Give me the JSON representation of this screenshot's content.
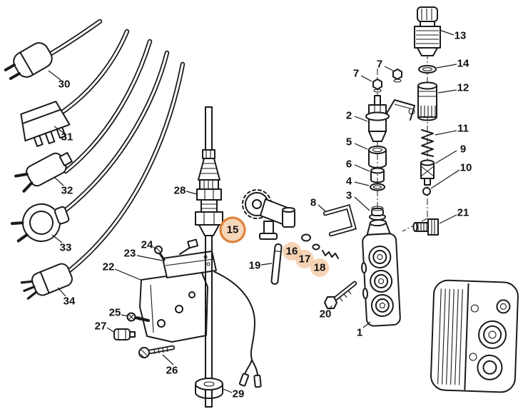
{
  "colors": {
    "background": "#ffffff",
    "line": "#1a1a1a",
    "label_text": "#111111",
    "highlight_fill": "#f3c9a2",
    "highlight_ring": "#e0823b"
  },
  "diagram": {
    "highlighted_parts": [
      "15",
      "16",
      "17",
      "18"
    ]
  },
  "labels": {
    "1": "1",
    "2": "2",
    "3": "3",
    "4": "4",
    "5": "5",
    "6": "6",
    "7": "7",
    "7b": "7",
    "8": "8",
    "9": "9",
    "10": "10",
    "11": "11",
    "12": "12",
    "13": "13",
    "14": "14",
    "15": "15",
    "16": "16",
    "17": "17",
    "18": "18",
    "19": "19",
    "20": "20",
    "21": "21",
    "22": "22",
    "23": "23",
    "24": "24",
    "25": "25",
    "26": "26",
    "27": "27",
    "28": "28",
    "29": "29",
    "30": "30",
    "31": "31",
    "32": "32",
    "33": "33",
    "34": "34"
  }
}
